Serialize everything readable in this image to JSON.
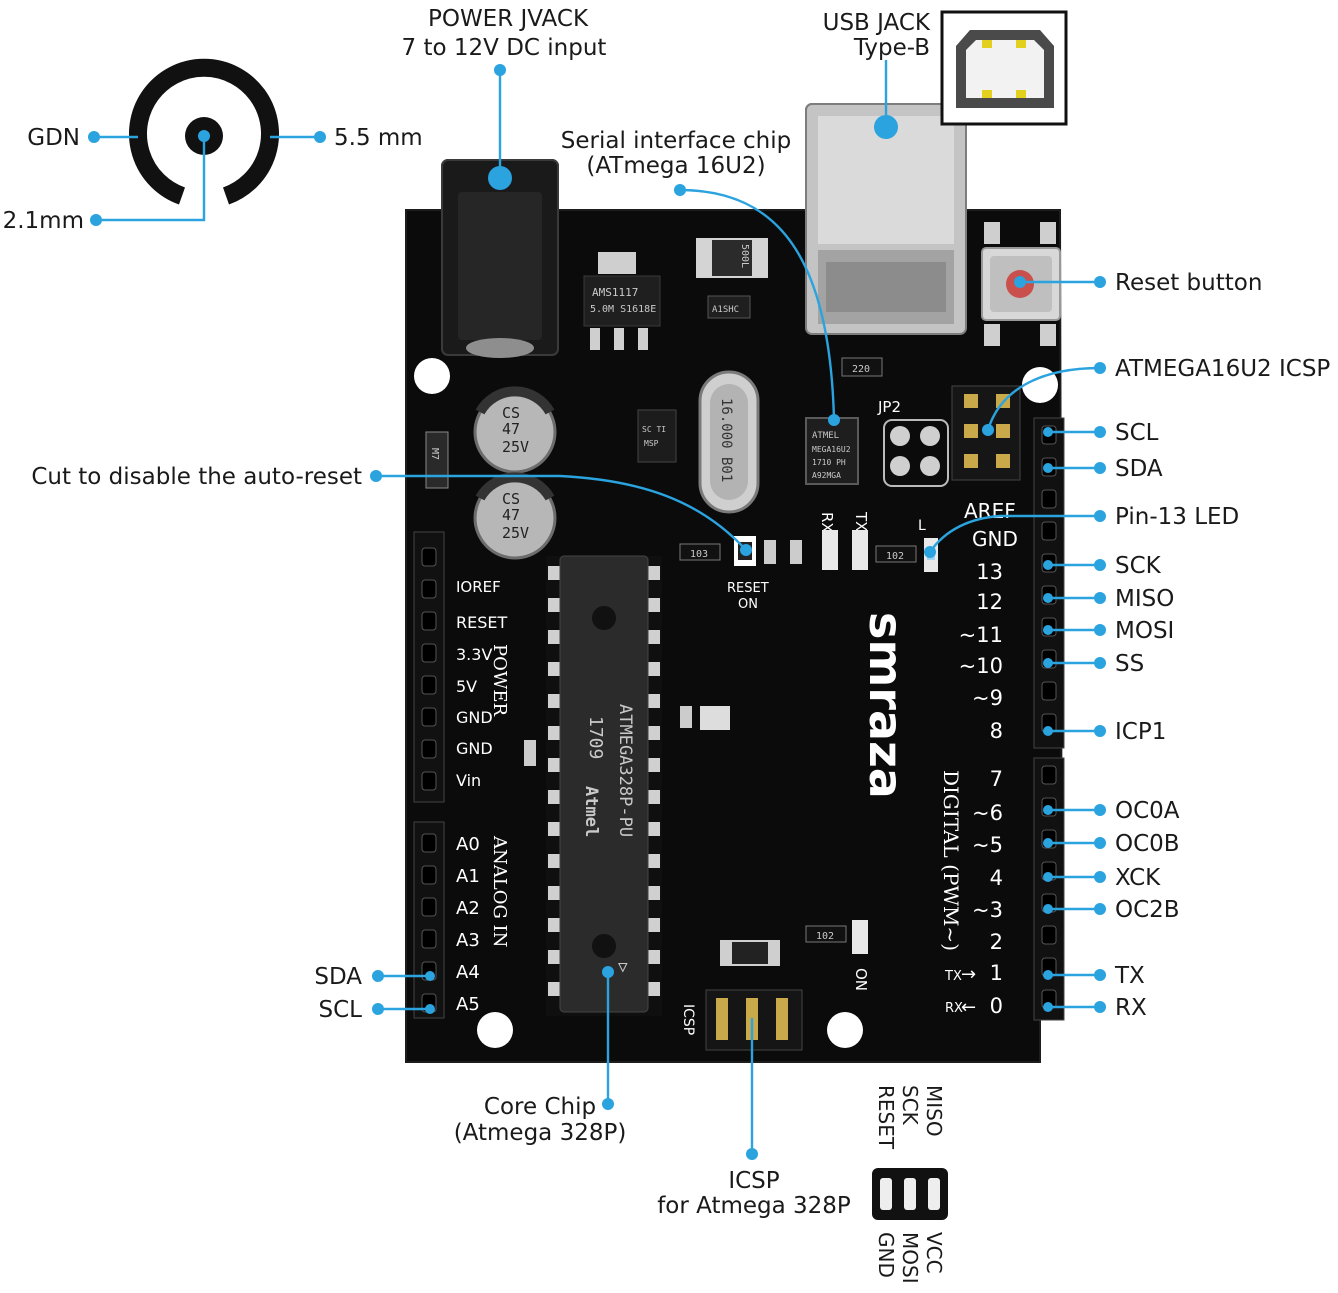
{
  "colors": {
    "accent": "#2aa3df",
    "board": "#0b0b0b",
    "silkscreen": "#ffffff",
    "label": "#1a1a1a"
  },
  "callouts": {
    "power_jack_line1": "POWER JVACK",
    "power_jack_line2": "7 to 12V DC input",
    "usb_jack_line1": "USB JACK",
    "usb_jack_line2": "Type-B",
    "serial_chip_line1": "Serial interface chip",
    "serial_chip_line2": "(ATmega 16U2)",
    "gdn": "GDN",
    "outer_diameter": "5.5 mm",
    "inner_diameter": "2.1mm",
    "reset_button": "Reset button",
    "atmega16u2_icsp": "ATMEGA16U2 ICSP",
    "auto_reset": "Cut to disable the auto-reset",
    "pin13_led": "Pin-13 LED",
    "core_chip_line1": "Core Chip",
    "core_chip_line2": "(Atmega 328P)",
    "icsp_line1": "ICSP",
    "icsp_line2": "for Atmega 328P"
  },
  "right_pins": [
    "SCL",
    "SDA",
    "SCK",
    "MISO",
    "MOSI",
    "SS",
    "ICP1",
    "OC0A",
    "OC0B",
    "XCK",
    "OC2B",
    "TX",
    "RX"
  ],
  "left_pins": [
    "SDA",
    "SCL"
  ],
  "icsp_pinout": {
    "top": [
      "RESET",
      "SCK",
      "MISO"
    ],
    "bottom": [
      "GND",
      "MOSI",
      "VCC"
    ]
  },
  "board": {
    "brand": "smraza",
    "header_aref": "AREF",
    "header_gnd": "GND",
    "digital_pins": [
      "13",
      "12",
      "~11",
      "~10",
      "~9",
      "8",
      "7",
      "~6",
      "~5",
      "4",
      "~3",
      "2",
      "1",
      "0"
    ],
    "tx_marker": "TX",
    "rx_marker": "RX",
    "digital_label": "DIGITAL (PWM~)",
    "power_pins": [
      "IOREF",
      "RESET",
      "3.3V",
      "5V",
      "GND",
      "GND",
      "Vin"
    ],
    "power_label": "POWER",
    "analog_pins": [
      "A0",
      "A1",
      "A2",
      "A3",
      "A4",
      "A5"
    ],
    "analog_label": "ANALOG IN",
    "reset_on_line1": "RESET",
    "reset_on_line2": "ON",
    "rx_led": "RX",
    "tx_led": "TX",
    "l_led": "L",
    "on_led": "ON",
    "jp2": "JP2",
    "icsp_silk": "ICSP",
    "main_chip_line1": "1709",
    "main_chip_line2": "ATMEGA328P-PU",
    "main_chip_brand": "Atmel",
    "crystal": "16.000 B01",
    "cap_line1": "CS",
    "cap_line2": "47",
    "cap_line3": "25V",
    "regulator_line1": "AMS1117",
    "regulator_line2": "5.0M S1618E",
    "small_chip_line1": "SC TI",
    "small_chip_line2": "MSP",
    "u2_chip_line1": "ATMEL",
    "u2_chip_line2": "MEGA16U2",
    "u2_chip_line3": "1710 PH",
    "u2_chip_line4": "A92MGA",
    "resistor_103": "103",
    "resistor_102a": "102",
    "resistor_102b": "102",
    "resistor_220": "220",
    "fuse": "500L",
    "diode": "A1SHC",
    "diode2": "M7"
  }
}
